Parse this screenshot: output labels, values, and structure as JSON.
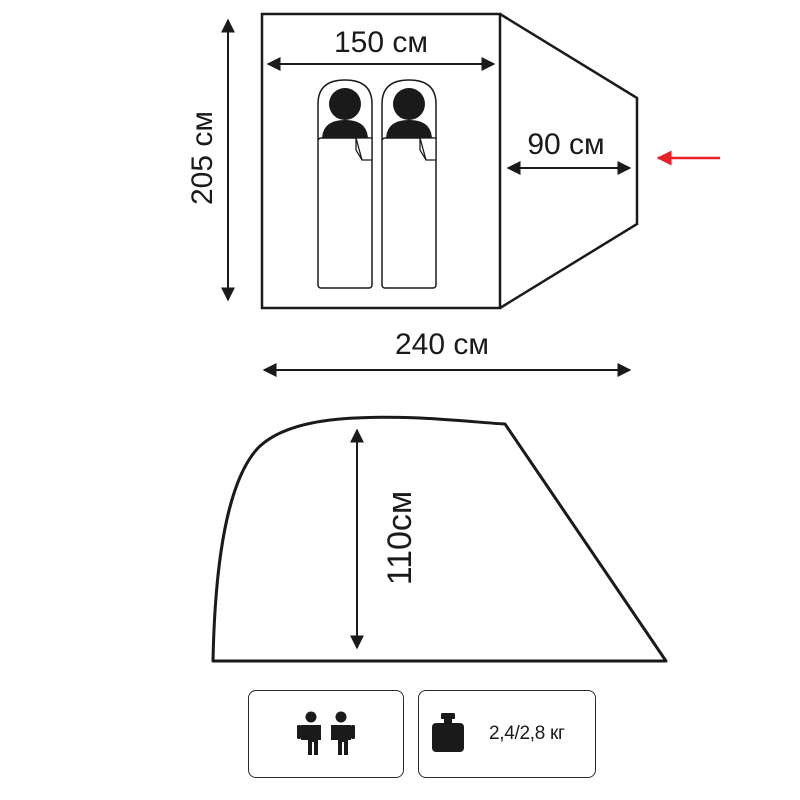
{
  "floor_plan": {
    "inner_width_label": "150 см",
    "length_label": "205 см",
    "vestibule_label": "90 см",
    "total_length_label": "240 см",
    "sleeping_places": 2
  },
  "side_view": {
    "height_label": "110см"
  },
  "specs": {
    "capacity_icon": "two-persons-icon",
    "weight_icon": "kettlebell-icon",
    "weight_label": "2,4/2,8 кг"
  },
  "colors": {
    "line": "#1a1a1a",
    "fill": "#ffffff",
    "accent_arrow": "#e8202a"
  }
}
